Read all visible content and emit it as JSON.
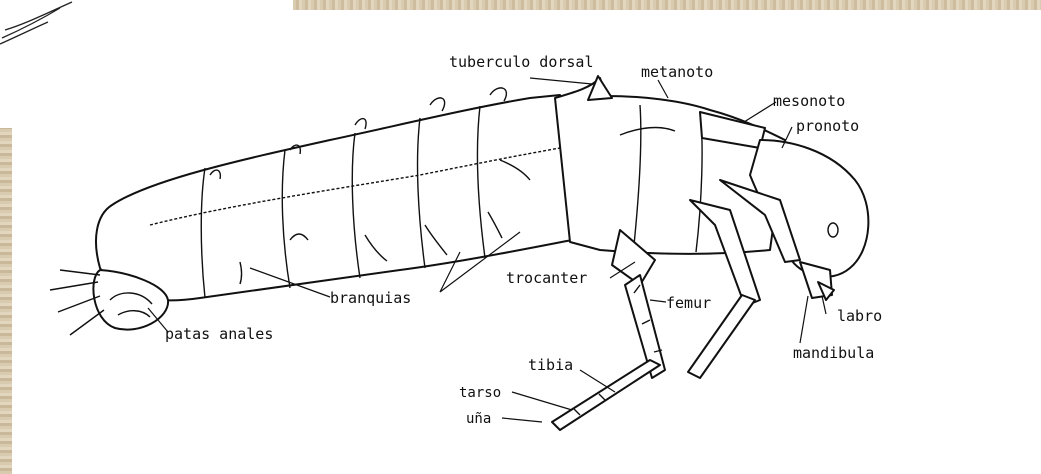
{
  "labels": {
    "tuberculo_dorsal": "tuberculo dorsal",
    "metanoto": "metanoto",
    "mesonoto": "mesonoto",
    "pronoto": "pronoto",
    "branquias": "branquias",
    "trocanter": "trocanter",
    "femur": "femur",
    "labro": "labro",
    "mandibula": "mandibula",
    "patas_anales": "patas anales",
    "tibia": "tibia",
    "tarso": "tarso",
    "una": "uña"
  }
}
